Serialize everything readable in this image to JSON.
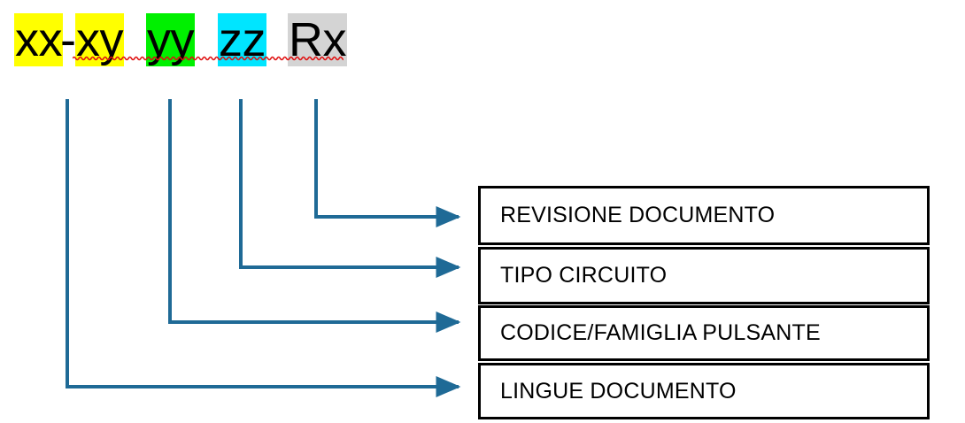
{
  "diagram": {
    "title": "",
    "code_string": {
      "full_text": "xx-xy yy zz Rx",
      "spellcheck_underline": true,
      "spellcheck_color": "#e01010",
      "tokens": [
        {
          "name": "lingue-documento-token",
          "text": "xx",
          "highlight": "#ffff00",
          "highlight_name": "yellow"
        },
        {
          "name": "separator-token",
          "text": "-",
          "highlight": "none",
          "highlight_name": "none"
        },
        {
          "name": "lingue-documento-token-2",
          "text": "xy",
          "highlight": "#ffff00",
          "highlight_name": "yellow"
        },
        {
          "name": "codice-famiglia-token",
          "text": "yy",
          "highlight": "#00f000",
          "highlight_name": "green"
        },
        {
          "name": "tipo-circuito-token",
          "text": "zz",
          "highlight": "#00e5ff",
          "highlight_name": "cyan"
        },
        {
          "name": "revisione-token",
          "text": "Rx",
          "highlight": "#d4d4d4",
          "highlight_name": "gray"
        }
      ]
    },
    "connector_color": "#1f6a96",
    "boxes": [
      {
        "label": "REVISIONE DOCUMENTO",
        "source_token": "Rx"
      },
      {
        "label": "TIPO CIRCUITO",
        "source_token": "zz"
      },
      {
        "label": "CODICE/FAMIGLIA PULSANTE",
        "source_token": "yy"
      },
      {
        "label": "LINGUE DOCUMENTO",
        "source_token": "xx-xy"
      }
    ]
  }
}
